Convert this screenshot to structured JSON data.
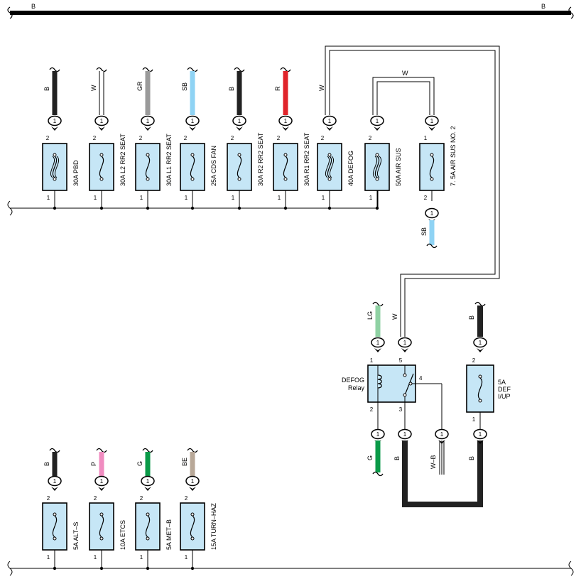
{
  "colors": {
    "B": "#222222",
    "W": "#ffffff",
    "GR": "#9a9a9a",
    "SB": "#8fd3f4",
    "R": "#e0242a",
    "LG": "#8fd1a3",
    "G": "#0a9a48",
    "P": "#f08cc0",
    "BE": "#b8a898",
    "fuse_fill": "#c6e6f6"
  },
  "top_bus": {
    "left_label": "B",
    "right_label": "B"
  },
  "top_fuses": [
    {
      "wire": "B",
      "label": "30A PBD",
      "pin_top": "2",
      "pin_bottom": "1",
      "conn": "1",
      "type": "heavy"
    },
    {
      "wire": "W",
      "label": "30A L2 RR2 SEAT",
      "pin_top": "2",
      "pin_bottom": "1",
      "conn": "1",
      "type": "normal"
    },
    {
      "wire": "GR",
      "label": "30A L1 RR2 SEAT",
      "pin_top": "2",
      "pin_bottom": "1",
      "conn": "1",
      "type": "normal"
    },
    {
      "wire": "SB",
      "label": "25A CDS FAN",
      "pin_top": "2",
      "pin_bottom": "1",
      "conn": "1",
      "type": "normal"
    },
    {
      "wire": "B",
      "label": "30A R2 RR2 SEAT",
      "pin_top": "2",
      "pin_bottom": "1",
      "conn": "1",
      "type": "normal"
    },
    {
      "wire": "R",
      "label": "30A R1 RR2 SEAT",
      "pin_top": "2",
      "pin_bottom": "1",
      "conn": "1",
      "type": "normal"
    },
    {
      "wire": "W",
      "label": "40A DEFOG",
      "pin_top": "2",
      "pin_bottom": "1",
      "conn": "1",
      "type": "heavy"
    },
    {
      "wire": "",
      "label": "50A AIR SUS",
      "pin_top": "2",
      "pin_bottom": "1",
      "conn": "1",
      "type": "heavy"
    }
  ],
  "air_sus2": {
    "label": "7. 5A AIR SUS NO. 2",
    "loop_wire": "W",
    "out_wire": "SB",
    "pin_top": "1",
    "pin_bottom": "2",
    "conn": "1"
  },
  "relay": {
    "label_line1": "DEFOG",
    "label_line2": "Relay",
    "in_coil_wire": "LG",
    "in_switch_wire": "W",
    "out_coil_wire": "G",
    "out_switch_wire": "B",
    "out_aux_wire": "W–B",
    "pins": {
      "p1": "1",
      "p2": "2",
      "p3": "3",
      "p4": "4",
      "p5": "5"
    },
    "conn": "1"
  },
  "def_fuse": {
    "label_line1": "5A",
    "label_line2": "DEF",
    "label_line3": "I/UP",
    "in_wire": "B",
    "out_wire": "B",
    "pin_top": "2",
    "pin_bottom": "1",
    "conn": "1"
  },
  "bottom_fuses": [
    {
      "wire": "B",
      "label": "5A ALT–S",
      "pin_top": "2",
      "pin_bottom": "1",
      "conn": "1"
    },
    {
      "wire": "P",
      "label": "10A ETCS",
      "pin_top": "2",
      "pin_bottom": "1",
      "conn": "1"
    },
    {
      "wire": "G",
      "label": "5A MET–B",
      "pin_top": "2",
      "pin_bottom": "1",
      "conn": "1"
    },
    {
      "wire": "BE",
      "label": "15A TURN–HAZ",
      "pin_top": "2",
      "pin_bottom": "1",
      "conn": "1"
    }
  ]
}
